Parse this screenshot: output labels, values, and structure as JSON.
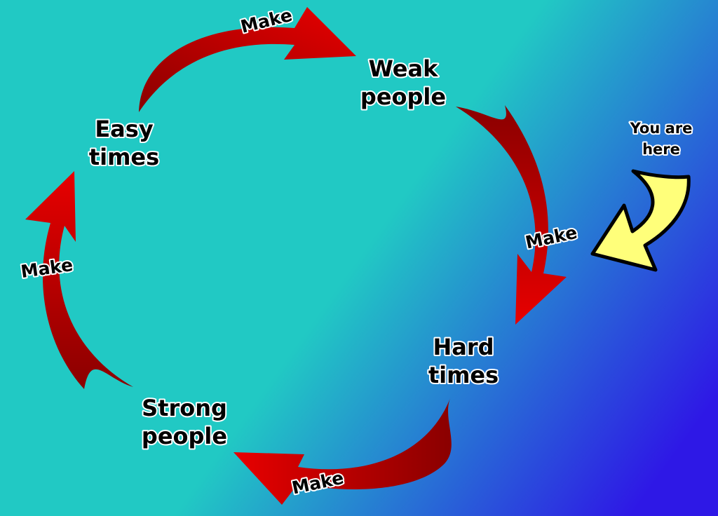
{
  "colors": {
    "background_start": "#21c9c4",
    "background_end": "#2e18e6",
    "arrow_light": "#e80000",
    "arrow_dark": "#8a0000",
    "pointer_fill": "#ffff7a",
    "text": "#000000",
    "text_outline": "#ffffff"
  },
  "nodes": {
    "weak_people": {
      "line1": "Weak",
      "line2": "people"
    },
    "hard_times": {
      "line1": "Hard",
      "line2": "times"
    },
    "strong_people": {
      "line1": "Strong",
      "line2": "people"
    },
    "easy_times": {
      "line1": "Easy",
      "line2": "times"
    }
  },
  "arrows": {
    "easy_to_weak": {
      "label": "Make"
    },
    "weak_to_hard": {
      "label": "Make"
    },
    "hard_to_strong": {
      "label": "Make"
    },
    "strong_to_easy": {
      "label": "Make"
    }
  },
  "marker": {
    "line1": "You are",
    "line2": "here",
    "icon": "curved-pointer-arrow-icon"
  }
}
